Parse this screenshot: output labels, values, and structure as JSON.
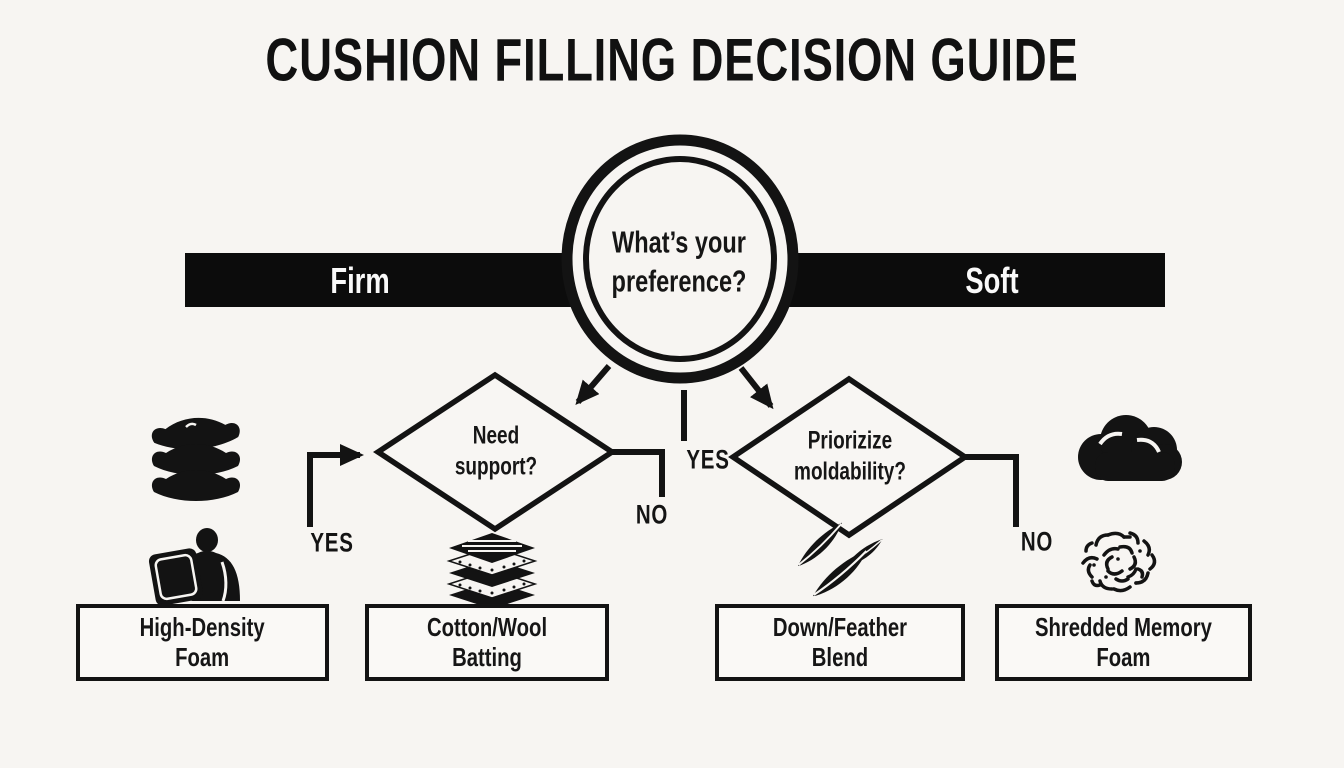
{
  "title": "CUSHION FILLING DECISION GUIDE",
  "axis": {
    "firm_label": "Firm",
    "soft_label": "Soft"
  },
  "root_question": {
    "line1": "What’s your",
    "line2": "preference?"
  },
  "decisions": [
    {
      "id": "need-support",
      "line1": "Need",
      "line2": "support?",
      "yes_label": "YES",
      "no_label": "NO"
    },
    {
      "id": "prioritize-moldability",
      "line1": "Priorizize",
      "line2": "moldability?",
      "yes_label": "YES",
      "no_label": "NO"
    }
  ],
  "outcomes": [
    {
      "line1": "High-Density",
      "line2": "Foam",
      "icon": "back-support-icon"
    },
    {
      "line1": "Cotton/Wool",
      "line2": "Batting",
      "icon": "batting-layers-icon"
    },
    {
      "line1": "Down/Feather",
      "line2": "Blend",
      "icon": "feathers-icon"
    },
    {
      "line1": "Shredded Memory",
      "line2": "Foam",
      "icon": "shredded-foam-icon"
    }
  ],
  "side_icons": {
    "firm_side": "pillow-stack-icon",
    "soft_side": "cloud-icon"
  },
  "colors": {
    "ink": "#131313",
    "background": "#f7f5f2",
    "bar": "#0c0c0c",
    "bar_text": "#fafafa"
  }
}
